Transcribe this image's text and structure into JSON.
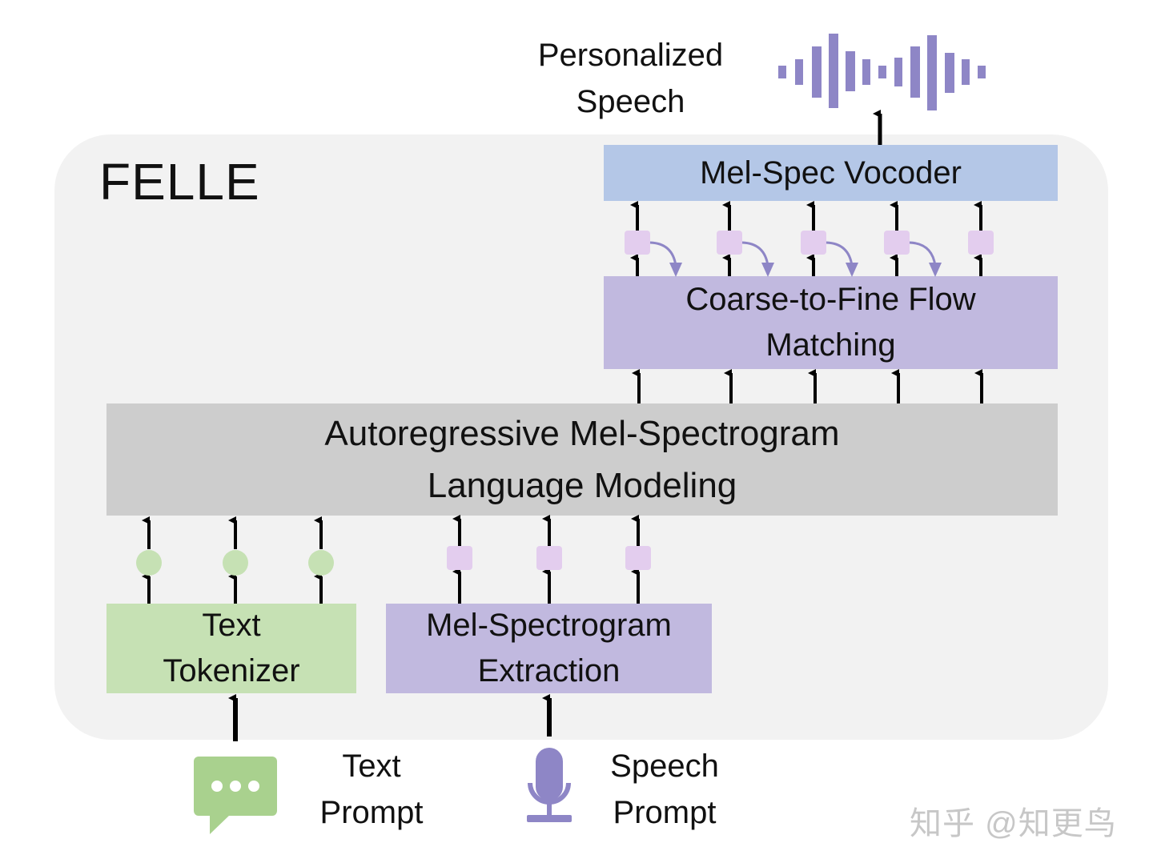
{
  "title": "FELLE",
  "output": {
    "line1": "Personalized",
    "line2": "Speech"
  },
  "vocoder": {
    "label": "Mel-Spec Vocoder"
  },
  "flow_matching": {
    "line1": "Coarse-to-Fine Flow",
    "line2": "Matching"
  },
  "armsl": {
    "line1": "Autoregressive Mel-Spectrogram",
    "line2": "Language Modeling"
  },
  "text_tokenizer": {
    "line1": "Text",
    "line2": "Tokenizer"
  },
  "mel_extraction": {
    "line1": "Mel-Spectrogram",
    "line2": "Extraction"
  },
  "text_prompt": {
    "line1": "Text",
    "line2": "Prompt",
    "icon": "chat-bubble-icon"
  },
  "speech_prompt": {
    "line1": "Speech",
    "line2": "Prompt",
    "icon": "microphone-icon"
  },
  "waveform_icon": "waveform-icon",
  "watermark": "知乎 @知更鸟",
  "colors": {
    "container": "#f2f2f2",
    "vocoder": "#b4c7e7",
    "flow": "#c1b9df",
    "armsl": "#cdcdcd",
    "tokenizer": "#c6e1b4",
    "text_token": "#c6e1b4",
    "mel_token": "#e3cdee",
    "accent_purple": "#8e86c6",
    "chat_icon": "#a9d18e",
    "arrow": "#000000"
  }
}
